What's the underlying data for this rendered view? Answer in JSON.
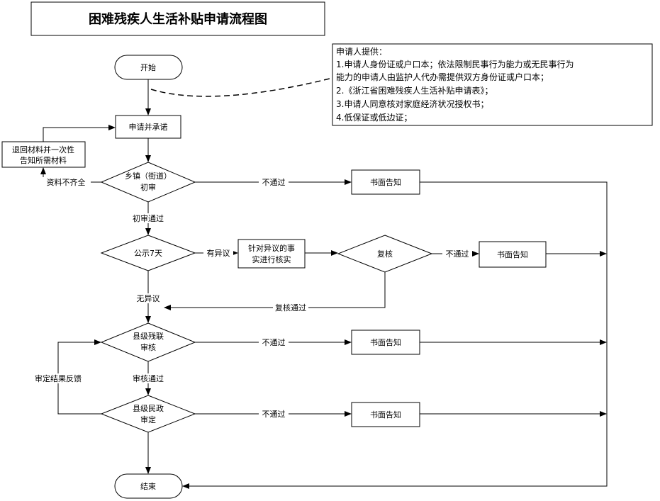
{
  "title": "困难残疾人生活补贴申请流程图",
  "notes": {
    "heading": "申请人提供：",
    "lines": [
      "1.申请人身份证或户口本；依法限制民事行为能力或无民事行为",
      "能力的申请人由监护人代办需提供双方身份证或户口本；",
      "2.《浙江省困难残疾人生活补贴申请表》；",
      "3.申请人同意核对家庭经济状况授权书；",
      "4.低保证或低边证；"
    ]
  },
  "nodes": {
    "start": "开始",
    "apply": "申请并承诺",
    "return_line1": "退回材料并一次性",
    "return_line2": "告知所需材料",
    "town_line1": "乡镇（街道）",
    "town_line2": "初审",
    "publicity": "公示7天",
    "verify_line1": "针对异议的事",
    "verify_line2": "实进行核实",
    "recheck": "复核",
    "county_dpf_line1": "县级残联",
    "county_dpf_line2": "审核",
    "county_civil_line1": "县级民政",
    "county_civil_line2": "审定",
    "end": "结束",
    "notice_1": "书面告知",
    "notice_2": "书面告知",
    "notice_3": "书面告知",
    "notice_4": "书面告知"
  },
  "edges": {
    "incomplete": "资料不齐全",
    "reject_1": "不通过",
    "first_pass": "初审通过",
    "objection": "有异议",
    "reject_2": "不通过",
    "no_objection": "无异议",
    "recheck_pass": "复核通过",
    "reject_3": "不通过",
    "review_pass": "审核通过",
    "feedback": "审定结果反馈",
    "reject_4": "不通过"
  }
}
